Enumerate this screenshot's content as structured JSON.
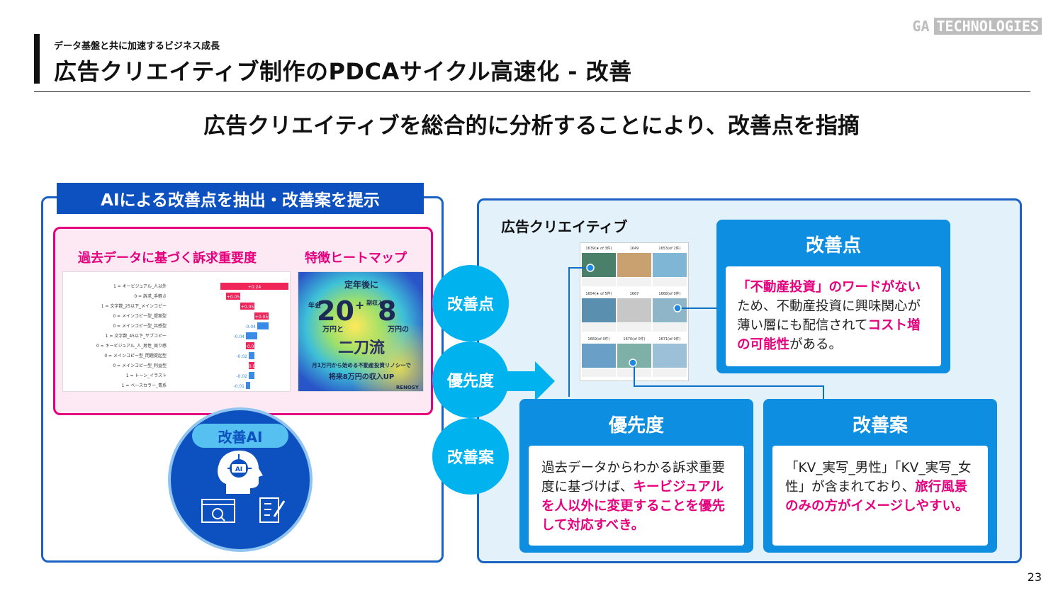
{
  "header": {
    "subtitle": "データ基盤と共に加速するビジネス成長",
    "title": "広告クリエイティブ制作のPDCAサイクル高速化 - 改善",
    "logo_part1": "GA",
    "logo_part2": "TECHNOLOGIES"
  },
  "headline": "広告クリエイティブを総合的に分析することにより、改善点を指摘",
  "left": {
    "header": "AIによる改善点を抽出・改善案を提示",
    "appeal_label": "過去データに基づく訴求重要度",
    "heatmap_label": "特徴ヒートマップ",
    "waterfall": [
      {
        "label": "1 = キービジュアル_人以外",
        "value": "+0.24"
      },
      {
        "label": "0 = 訴求_手軽さ",
        "value": "+0.05"
      },
      {
        "label": "1 = 文字数_25以下_メインコピー",
        "value": "+0.05"
      },
      {
        "label": "0 = メインコピー型_提案型",
        "value": "+0.05"
      },
      {
        "label": "0 = メインコピー型_共感型",
        "value": "-0.04"
      },
      {
        "label": "1 = 文字数_45以下_サブコピー",
        "value": "-0.04"
      },
      {
        "label": "0 = キービジュアル_人_男性_周り感",
        "value": "+0.03"
      },
      {
        "label": "0 = メインコピー型_問題提起型",
        "value": "-0.02"
      },
      {
        "label": "0 = メインコピー型_利益型",
        "value": "+0.02"
      },
      {
        "label": "1 = トーン_イラスト",
        "value": "-0.02"
      },
      {
        "label": "1 = ベースカラー_青系",
        "value": "-0.01"
      }
    ],
    "heatmap": {
      "line1": "定年後に",
      "big_left": "20",
      "plus": "+",
      "big_right": "8",
      "small_left_top": "年金",
      "small_mid": "副収入",
      "unit_left": "万円と",
      "unit_right": "万円の",
      "slogan": "二刀流",
      "sub": "月1万円から始める不動産投資リノシーで",
      "sub2": "将来8万円の収入UP",
      "brand": "RENOSY"
    },
    "ai_label": "改善AI",
    "ai_badge": "AI"
  },
  "bubbles": {
    "kaizen": "改善点",
    "yusen": "優先度",
    "kaizenan": "改善案"
  },
  "right": {
    "creative_label": "広告クリエイティブ",
    "thumb_captions": [
      "1639(★ of 3件)",
      "1649",
      "1653(of 2件)",
      "1654(★ of 5件)",
      "1667",
      "1668(of 0件)",
      "1669(of 0件)",
      "1670(of 0件)",
      "1671(of 0件)"
    ],
    "kaizen": {
      "title": "改善点",
      "hl1": "「不動産投資」のワードがない",
      "text1": "ため、不動産投資に興味関心が薄い層にも配信されて",
      "hl2": "コスト増の可能性",
      "text2": "がある。"
    },
    "yusen": {
      "title": "優先度",
      "text1": "過去データからわかる訴求重要度に基づけば、",
      "hl1": "キービジュアルを人以外に変更することを優先して対応すべき。"
    },
    "an": {
      "title": "改善案",
      "text1": "「KV_実写_男性」「KV_実写_女性」が含まれており、",
      "hl1": "旅行風景のみの方がイメージしやすい。"
    }
  },
  "page_number": "23",
  "colors": {
    "accent_blue": "#0d50c0",
    "card_blue": "#0e8ee0",
    "bubble_cyan": "#00b3ef",
    "highlight_pink": "#e5007d",
    "panel_bg": "#e3f1fb"
  }
}
